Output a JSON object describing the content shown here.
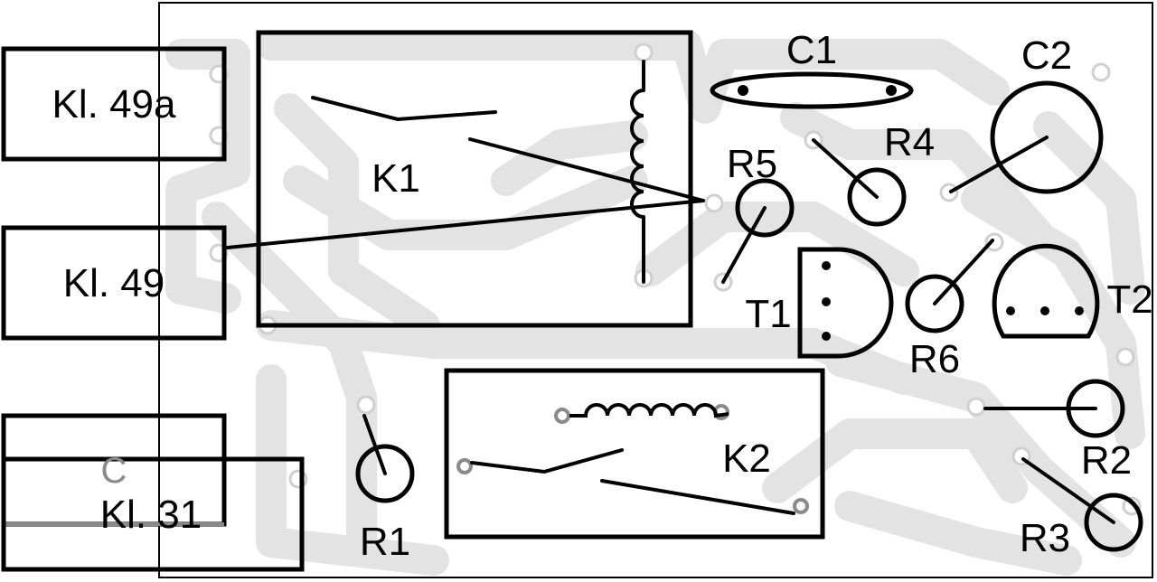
{
  "components": {
    "kl49a": "Kl. 49a",
    "kl49": "Kl. 49",
    "kl31": "Kl. 31",
    "c_terminal": "C",
    "k1": "K1",
    "k2": "K2",
    "c1": "C1",
    "c2": "C2",
    "r1": "R1",
    "r2": "R2",
    "r3": "R3",
    "r4": "R4",
    "r5": "R5",
    "r6": "R6",
    "t1": "T1",
    "t2": "T2"
  },
  "colors": {
    "board": "#ffffff",
    "copper_trace": "#e3e3e3",
    "outline": "#000000",
    "grey_pin": "#8a8a8a"
  }
}
